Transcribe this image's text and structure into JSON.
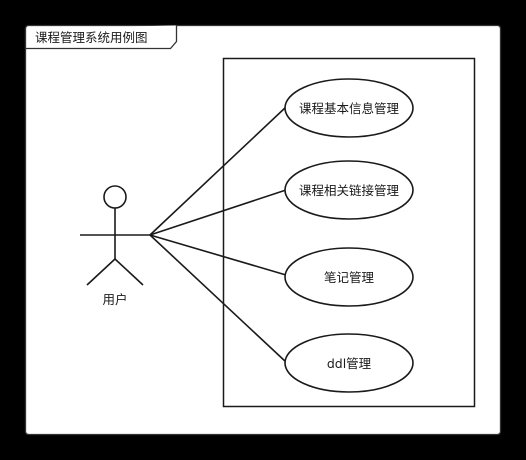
{
  "diagram": {
    "title": "课程管理系统用例图",
    "actor": {
      "label": "用户"
    },
    "use_cases": [
      {
        "id": "uc-basic-info",
        "label": "课程基本信息管理"
      },
      {
        "id": "uc-related-links",
        "label": "课程相关链接管理"
      },
      {
        "id": "uc-notes",
        "label": "笔记管理"
      },
      {
        "id": "uc-ddl",
        "label": "ddl管理"
      }
    ]
  },
  "colors": {
    "background": "#000000",
    "frame_fill": "#ffffff",
    "stroke": "#333333",
    "text": "#1a1a1a"
  }
}
